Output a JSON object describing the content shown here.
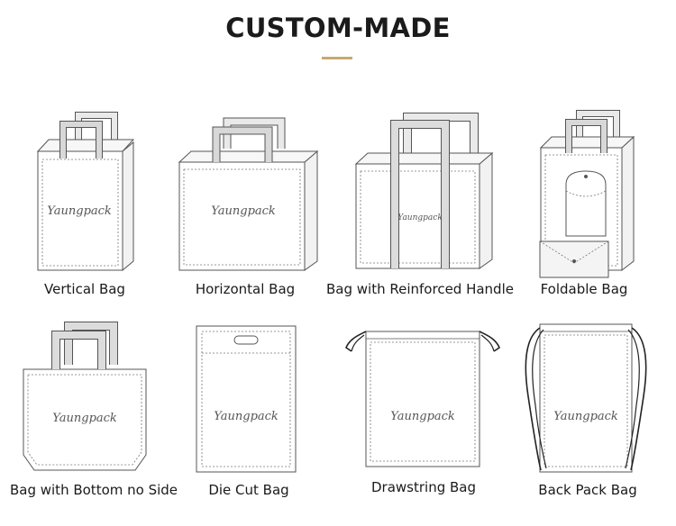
{
  "title": "CUSTOM-MADE",
  "accent_color": "#c9a96e",
  "watermark": "Yaungpack",
  "bags": [
    {
      "name": "Vertical Bag"
    },
    {
      "name": "Horizontal Bag"
    },
    {
      "name": "Bag with Reinforced Handle"
    },
    {
      "name": "Foldable Bag"
    },
    {
      "name": "Bag with Bottom no Side"
    },
    {
      "name": "Die Cut Bag"
    },
    {
      "name": "Drawstring Bag"
    },
    {
      "name": "Back Pack Bag"
    }
  ]
}
